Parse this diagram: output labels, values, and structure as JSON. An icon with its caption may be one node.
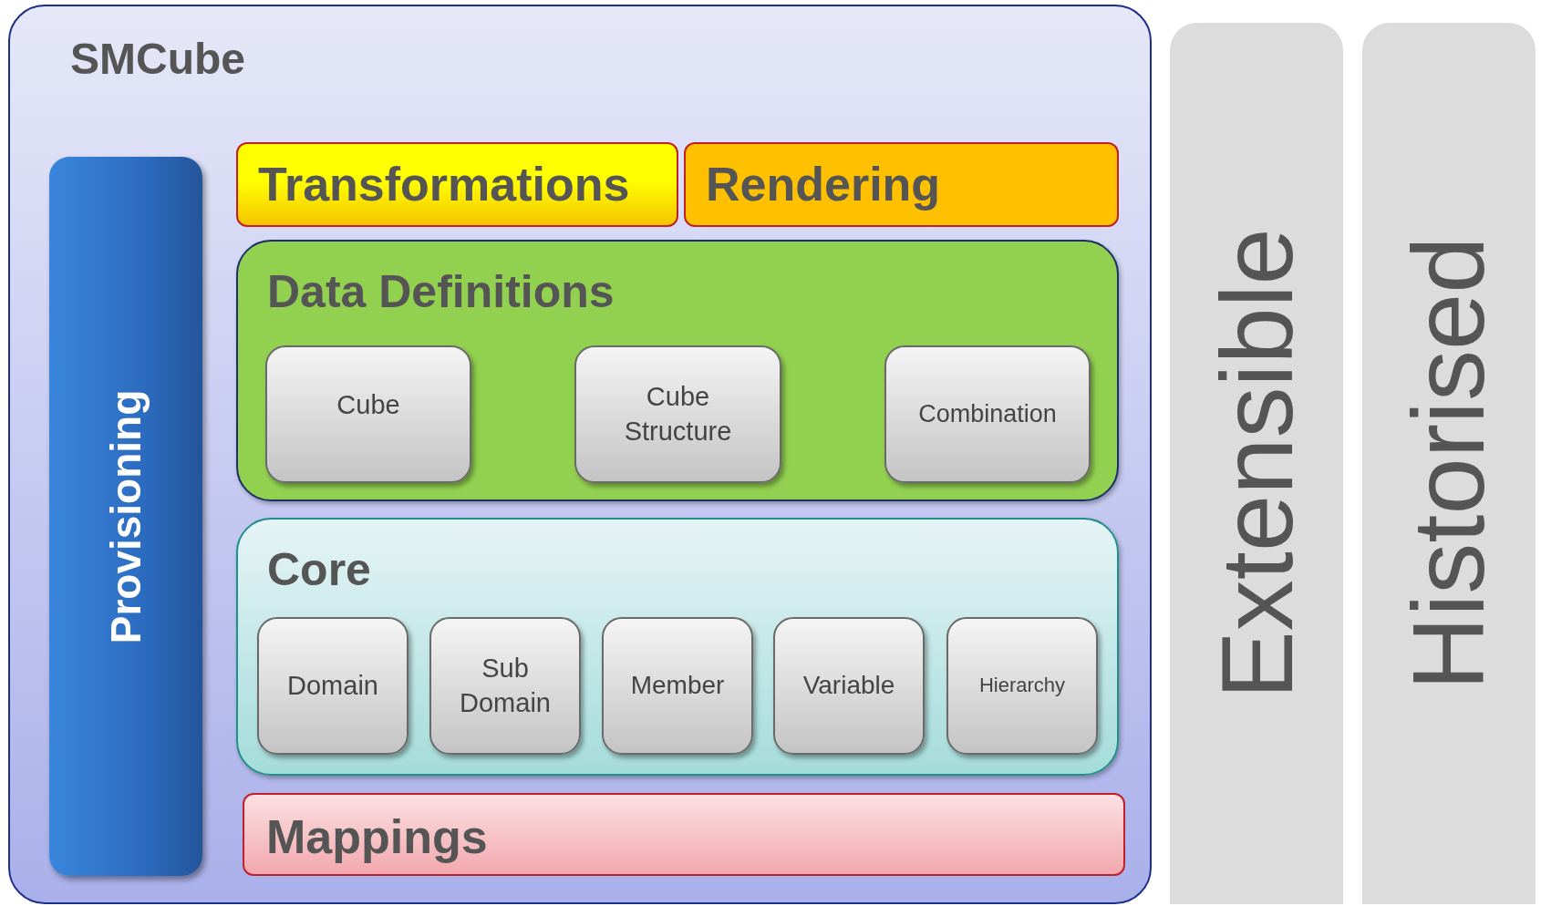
{
  "diagram": {
    "nodes": [
      {
        "text": [
          "SMCube"
        ]
      },
      {
        "text": [
          "Provisioning"
        ],
        "in": 0
      },
      {
        "text": [
          "Transformations"
        ],
        "in": 0
      },
      {
        "text": [
          "Rendering"
        ],
        "in": 0
      },
      {
        "text": [
          "Data Definitions"
        ],
        "in": 0
      },
      {
        "text": [
          "Cube"
        ],
        "in": 4
      },
      {
        "text": [
          "Cube Structure"
        ],
        "in": 4
      },
      {
        "text": [
          "Combination"
        ],
        "in": 4
      },
      {
        "text": [
          "Core"
        ],
        "in": 0
      },
      {
        "text": [
          "Domain"
        ],
        "in": 8
      },
      {
        "text": [
          "Sub Domain"
        ],
        "in": 8
      },
      {
        "text": [
          "Member"
        ],
        "in": 8
      },
      {
        "text": [
          "Variable"
        ],
        "in": 8
      },
      {
        "text": [
          "Hierarchy"
        ],
        "in": 8
      },
      {
        "text": [
          "Mappings"
        ],
        "in": 0
      },
      {
        "text": [
          "Extensible"
        ]
      },
      {
        "text": [
          "Historised"
        ]
      }
    ]
  }
}
